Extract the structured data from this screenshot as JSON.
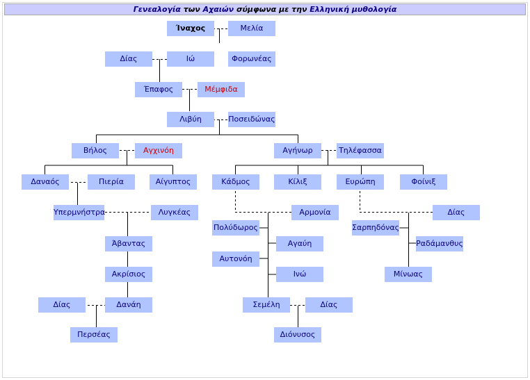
{
  "title": {
    "part1": "Γενεαλογία",
    "part2": " των ",
    "part3": "Αχαιών",
    "part4": " σύμφωνα με την ",
    "part5": "Ελληνική μυθολογία"
  },
  "nodes": {
    "inachos": "Ίναχος",
    "melia": "Μελία",
    "dias1": "Δίας",
    "io": "Ιώ",
    "foroneas": "Φορωνέας",
    "epafos": "Έπαφος",
    "memfida": "Μέμφιδα",
    "livyi": "Λιβύη",
    "poseidonas": "Ποσειδώνας",
    "vilos": "Βήλος",
    "agchinoi": "Αγχινόη",
    "aginor": "Αγήνωρ",
    "tilefassa": "Τηλέφασσα",
    "danaos": "Δαναός",
    "pieria": "Πιερία",
    "aigyptos": "Αίγυπτος",
    "kadmos": "Κάδμος",
    "kilix": "Κίλιξ",
    "evropi": "Ευρώπη",
    "foinix": "Φοίνιξ",
    "ypermnistra": "Υπερμνήστρα",
    "lygkeas": "Λυγκέας",
    "armonia": "Αρμονία",
    "dias2": "Δίας",
    "polydoros": "Πολύδωρος",
    "sarpidonas": "Σαρπηδόνας",
    "avantas": "Άβαντας",
    "agavi": "Αγαύη",
    "radamanthys": "Ραδάμανθυς",
    "autonoi": "Αυτονόη",
    "akrisios": "Ακρίσιος",
    "ino": "Ινώ",
    "minoas": "Μίνωας",
    "dias3": "Δίας",
    "danai": "Δανάη",
    "semeli": "Σεμέλη",
    "dias4": "Δίας",
    "perseas": "Περσέας",
    "dionysos": "Διόνυσος"
  },
  "colors": {
    "node_bg": "#b0c4ff",
    "link_text": "#0b0080",
    "highlight_text": "#cc0000",
    "title_bg": "#ccccff"
  }
}
